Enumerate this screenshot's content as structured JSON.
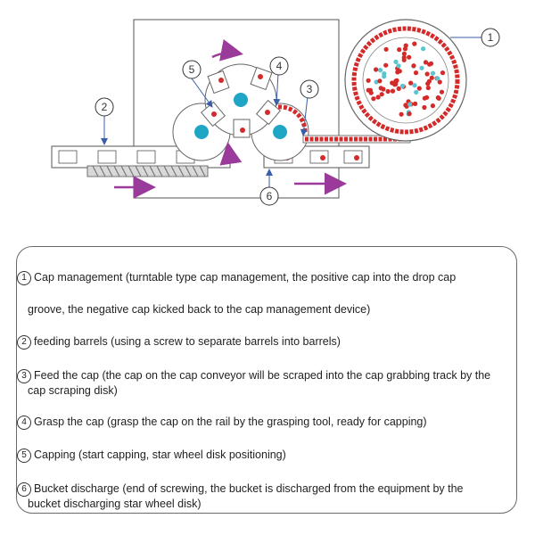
{
  "diagram": {
    "callouts": [
      "1",
      "2",
      "3",
      "4",
      "5",
      "6"
    ]
  },
  "legend": {
    "items": [
      {
        "num": "1",
        "line1": "Cap management (turntable type cap management, the positive cap into the drop cap",
        "line2": "groove, the negative cap kicked back to the cap management device)"
      },
      {
        "num": "2",
        "line1": "feeding barrels (using a screw to separate barrels into barrels)",
        "line2": ""
      },
      {
        "num": "3",
        "line1": "Feed the cap (the cap on the cap conveyor will be scraped into the cap grabbing track by the",
        "line2": "cap scraping disk)"
      },
      {
        "num": "4",
        "line1": "Grasp the cap (grasp the cap on the rail by the grasping tool, ready for capping)",
        "line2": ""
      },
      {
        "num": "5",
        "line1": "Capping (start capping, star wheel disk positioning)",
        "line2": ""
      },
      {
        "num": "6",
        "line1": "Bucket discharge (end of screwing, the bucket is discharged from the equipment by the",
        "line2": "bucket discharging star wheel disk)"
      }
    ]
  },
  "colors": {
    "red_cap": "#d42a2a",
    "cyan_cap": "#5cc4cf",
    "teal_hub": "#1ea6c4",
    "arrow_purple": "#9a3a9a",
    "line_gray": "#555555",
    "callout_blue": "#3b5ea8"
  }
}
